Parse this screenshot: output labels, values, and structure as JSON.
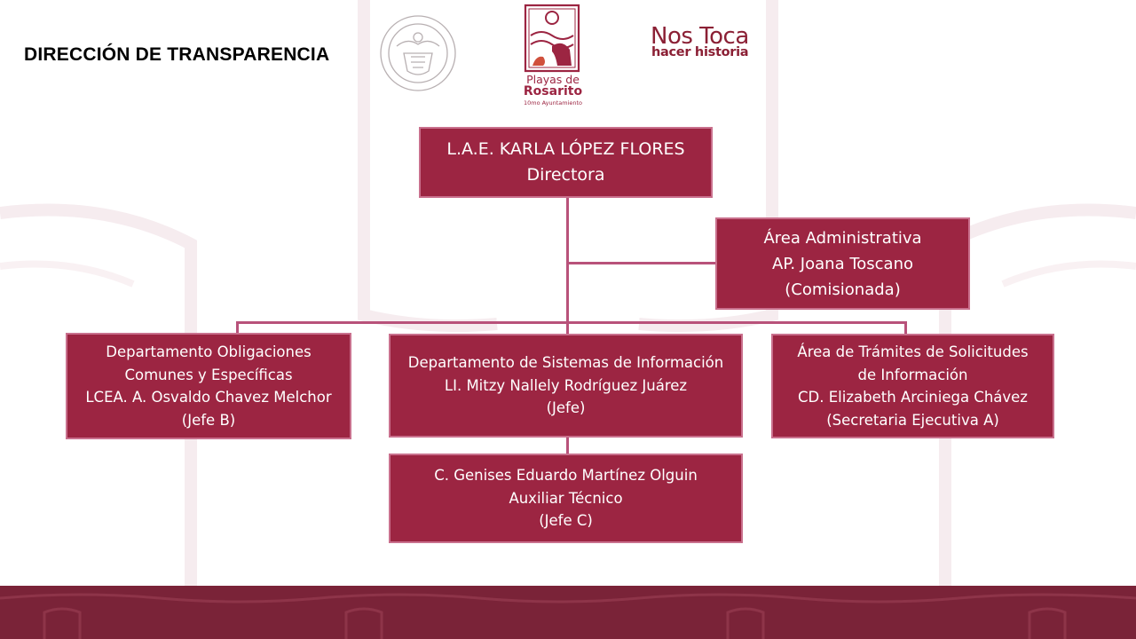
{
  "header": {
    "title": "DIRECCIÓN DE TRANSPARENCIA"
  },
  "logos": {
    "seal": "municipal-seal-icon",
    "playas": {
      "line1": "Playas de",
      "line2": "Rosarito",
      "line3": "10mo Ayuntamiento"
    },
    "slogan": {
      "line1": "Nos Toca",
      "line2": "hacer historia"
    }
  },
  "org": {
    "director": {
      "name": "L.A.E. KARLA LÓPEZ FLORES",
      "role": "Directora"
    },
    "admin": {
      "line1": "Área Administrativa",
      "line2": "AP. Joana Toscano",
      "line3": "(Comisionada)"
    },
    "obligaciones": {
      "line1": "Departamento Obligaciones",
      "line2": "Comunes y Específicas",
      "line3": "LCEA. A. Osvaldo Chavez Melchor",
      "line4": "(Jefe B)"
    },
    "sistemas": {
      "line1": "Departamento de Sistemas de Información",
      "line2": "LI. Mitzy Nallely Rodríguez Juárez",
      "line3": "(Jefe)"
    },
    "tramites": {
      "line1": "Área de Trámites de Solicitudes",
      "line2": "de Información",
      "line3": "CD. Elizabeth Arciniega Chávez",
      "line4": "(Secretaria Ejecutiva A)"
    },
    "auxiliar": {
      "line1": "C. Genises Eduardo Martínez Olguin",
      "line2": "Auxiliar Técnico",
      "line3": "(Jefe C)"
    }
  },
  "colors": {
    "box_fill": "#9c2542",
    "box_border": "#c9708d",
    "connector": "#b8527a",
    "footer": "#7a2338",
    "brand_text": "#8b2035"
  }
}
